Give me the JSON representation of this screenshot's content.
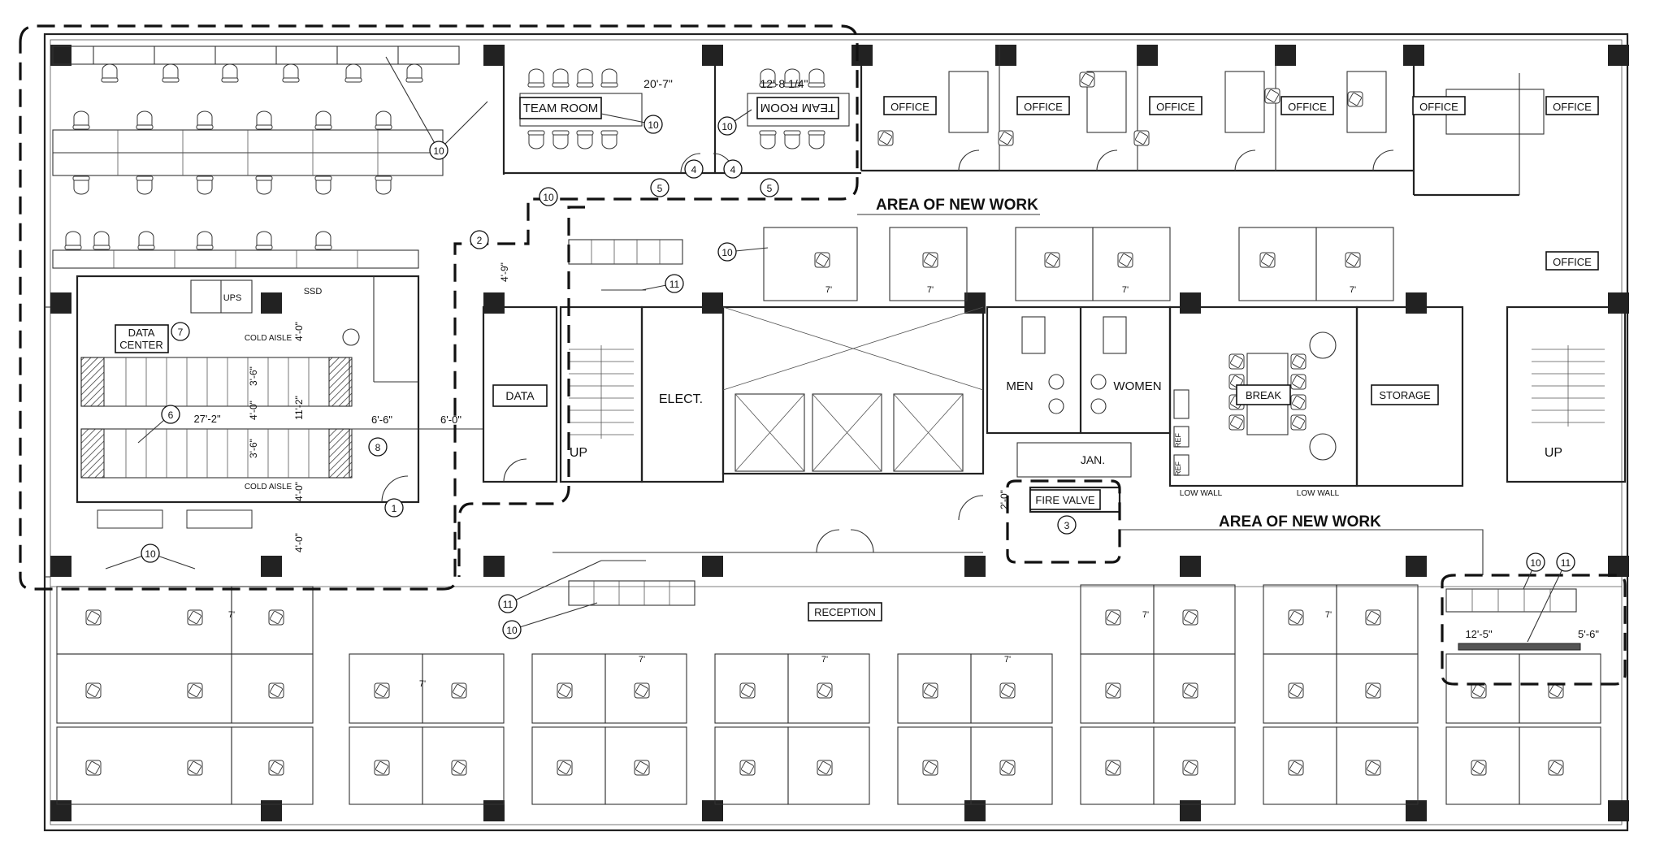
{
  "callouts": {
    "area_of_new_work_top": "AREA OF NEW WORK",
    "area_of_new_work_right": "AREA OF NEW WORK"
  },
  "rooms": {
    "team_room_left": "TEAM ROOM",
    "team_room_right": "TEAM ROOM",
    "office": "OFFICE",
    "data_center_line1": "DATA",
    "data_center_line2": "CENTER",
    "data": "DATA",
    "elect": "ELECT.",
    "men": "MEN",
    "women": "WOMEN",
    "jan": "JAN.",
    "fire_valve": "FIRE VALVE",
    "break": "BREAK",
    "storage": "STORAGE",
    "reception": "RECEPTION",
    "ups": "UPS",
    "ssd": "SSD",
    "up": "UP",
    "cold_aisle": "COLD AISLE",
    "low_wall": "LOW WALL",
    "ref": "REF"
  },
  "dimensions": {
    "team_room_width": "20'-7\"",
    "team_room_right_width": "12'-8 1/4\"",
    "corridor_4_9": "4'-9\"",
    "data_center_length": "27'-2\"",
    "dc_4_0_a": "4'-0\"",
    "dc_3_6_a": "3'-6\"",
    "dc_11_2": "11'-2\"",
    "dc_4_0_b": "4'-0\"",
    "dc_3_6_b": "3'-6\"",
    "dc_4_0_c": "4'-0\"",
    "dc_4_0_d": "4'-0\"",
    "dim_6_6": "6'-6\"",
    "dim_6_0": "6'-0\"",
    "dim_2_0": "2'-0\"",
    "dim_12_5": "12'-5\"",
    "dim_5_6": "5'-6\"",
    "partition_7": "7'"
  },
  "keynotes": [
    "1",
    "2",
    "3",
    "4",
    "5",
    "6",
    "7",
    "8",
    "10",
    "11"
  ],
  "colors": {
    "line": "#222222",
    "background": "#ffffff"
  }
}
